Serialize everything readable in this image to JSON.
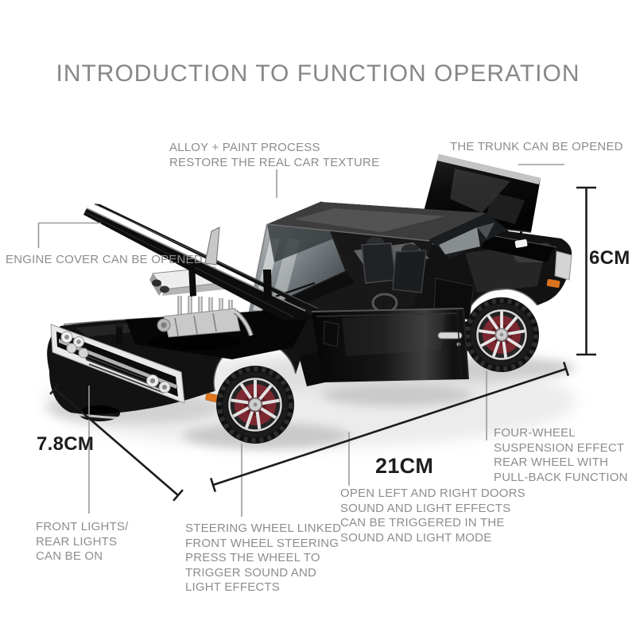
{
  "title": "INTRODUCTION TO FUNCTION OPERATION",
  "callouts": {
    "alloy_paint": "ALLOY + PAINT PROCESS\nRESTORE THE REAL CAR TEXTURE",
    "trunk": "THE TRUNK CAN BE OPENED",
    "engine_cover": "ENGINE COVER CAN BE OPENED",
    "front_lights": "FRONT LIGHTS/\nREAR LIGHTS\nCAN BE ON",
    "steering": "STEERING WHEEL LINKED\nFRONT WHEEL STEERING\nPRESS THE WHEEL TO\nTRIGGER SOUND AND\nLIGHT EFFECTS",
    "doors": "OPEN LEFT AND RIGHT DOORS\nSOUND AND LIGHT EFFECTS\nCAN BE TRIGGERED IN THE\nSOUND AND LIGHT MODE",
    "suspension": "FOUR-WHEEL\nSUSPENSION EFFECT\nREAR WHEEL WITH\nPULL-BACK FUNCTION"
  },
  "dimensions": {
    "width": "7.8CM",
    "length": "21CM",
    "height": "6CM"
  },
  "colors": {
    "label_gray": "#8d8d8d",
    "dimension_ink": "#1d1d1d",
    "car_body": "#121212",
    "chrome": "#d9d9d9",
    "side_marker_orange": "#e0761f",
    "brake_caliper_red": "#7c2831"
  }
}
